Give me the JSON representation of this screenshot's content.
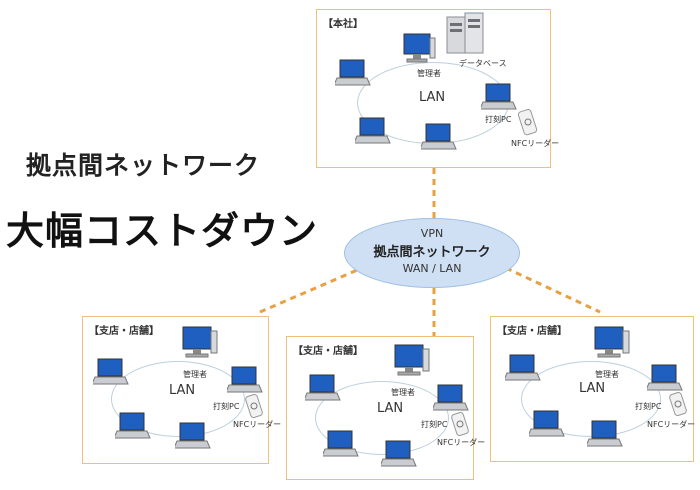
{
  "headline": {
    "line1": "拠点間ネットワーク",
    "line2": "大幅コストダウン"
  },
  "vpn": {
    "line1": "VPN",
    "line2": "拠点間ネットワーク",
    "line3": "WAN / LAN"
  },
  "hq": {
    "title": "【本社】",
    "lan": "LAN",
    "admin": "管理者",
    "database": "データベース",
    "timeclock": "打刻PC",
    "nfc": "NFCリーダー"
  },
  "branches": [
    {
      "title": "【支店・店舗】",
      "lan": "LAN",
      "admin": "管理者",
      "timeclock": "打刻PC",
      "nfc": "NFCリーダー"
    },
    {
      "title": "【支店・店舗】",
      "lan": "LAN",
      "admin": "管理者",
      "timeclock": "打刻PC",
      "nfc": "NFCリーダー"
    },
    {
      "title": "【支店・店舗】",
      "lan": "LAN",
      "admin": "管理者",
      "timeclock": "打刻PC",
      "nfc": "NFCリーダー"
    }
  ],
  "colors": {
    "site_border": "#f0c080",
    "link_dash": "#e8a040",
    "vpn_fill": "#cfe0f4",
    "screen_blue": "#1f5fbf"
  }
}
